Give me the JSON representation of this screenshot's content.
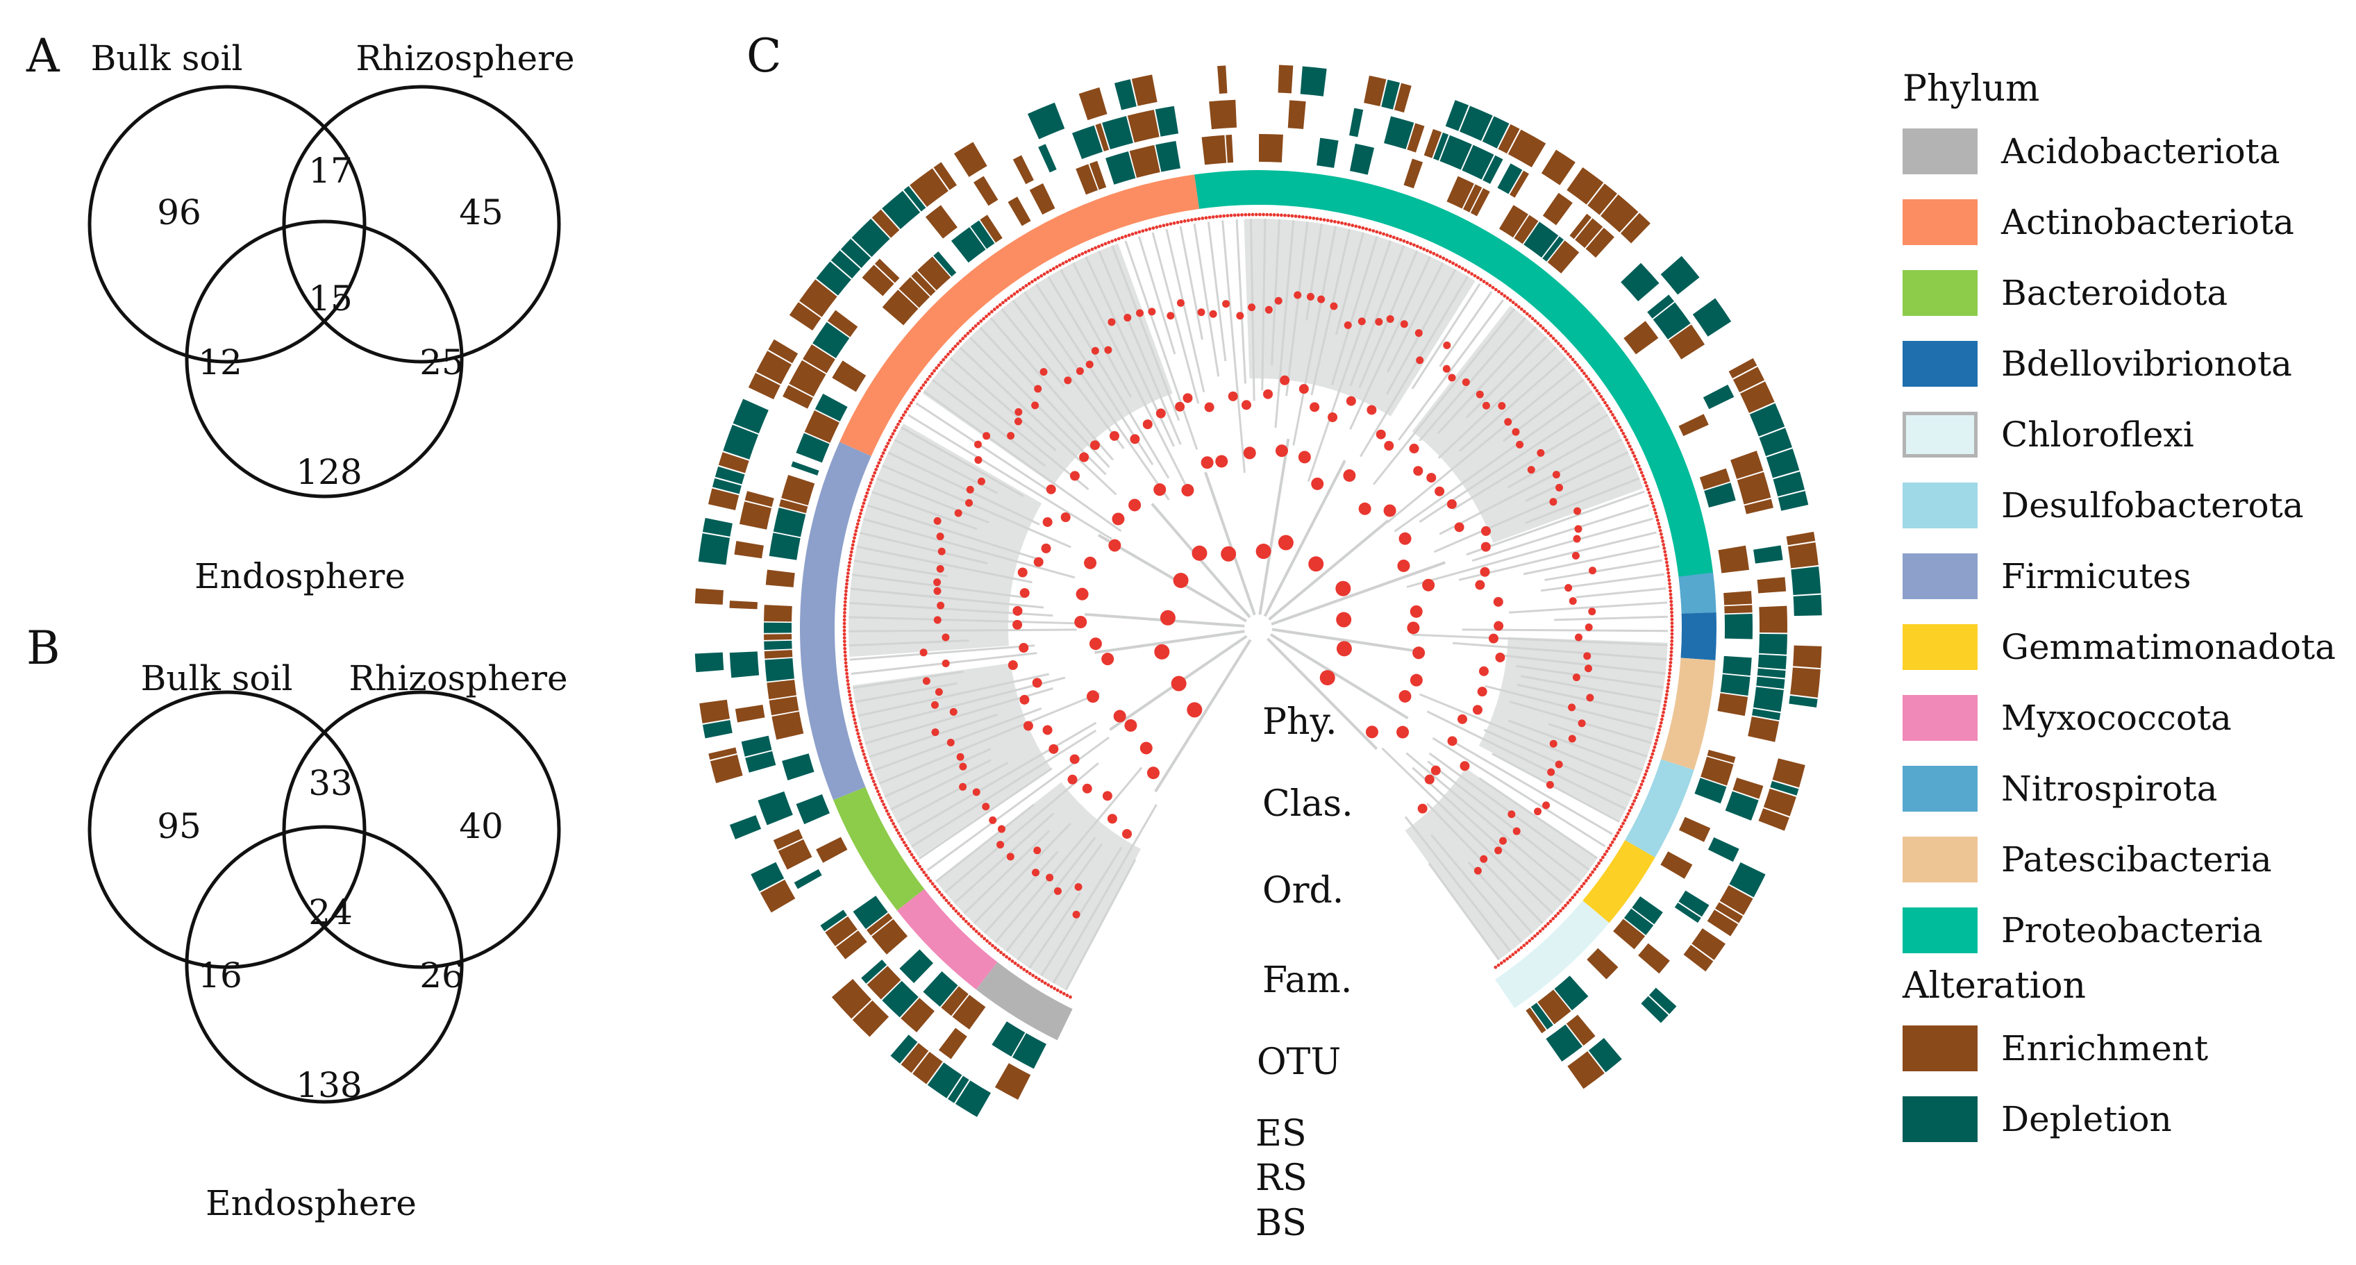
{
  "panels": {
    "A": {
      "letter": "A",
      "sets": [
        "Bulk soil",
        "Rhizosphere",
        "Endosphere"
      ],
      "regions": {
        "bulk_only": "96",
        "bulk_rhizo": "17",
        "rhizo_only": "45",
        "all_three": "15",
        "bulk_endo": "12",
        "rhizo_endo": "25",
        "endo_only": "128"
      }
    },
    "B": {
      "letter": "B",
      "sets": [
        "Bulk soil",
        "Rhizosphere",
        "Endosphere"
      ],
      "regions": {
        "bulk_only": "95",
        "bulk_rhizo": "33",
        "rhizo_only": "40",
        "all_three": "24",
        "bulk_endo": "16",
        "rhizo_endo": "26",
        "endo_only": "138"
      }
    },
    "C": {
      "letter": "C",
      "ring_labels": [
        "Phy.",
        "Clas.",
        "Ord.",
        "Fam.",
        "OTU",
        "ES",
        "RS",
        "BS"
      ]
    }
  },
  "tree": {
    "phylum_arcs": [
      {
        "phylum": "Acidobacteriota",
        "start_deg": 206,
        "end_deg": 218
      },
      {
        "phylum": "Myxococcota",
        "start_deg": 218,
        "end_deg": 232
      },
      {
        "phylum": "Bacteroidota",
        "start_deg": 232,
        "end_deg": 248
      },
      {
        "phylum": "Firmicutes",
        "start_deg": 248,
        "end_deg": 294
      },
      {
        "phylum": "Actinobacteriota",
        "start_deg": 294,
        "end_deg": 352
      },
      {
        "phylum": "Proteobacteria",
        "start_deg": 352,
        "end_deg": 446
      },
      {
        "phylum": "Nitrospirota",
        "start_deg": 443,
        "end_deg": 448
      },
      {
        "phylum": "Bdellovibrionota",
        "start_deg": 448,
        "end_deg": 454
      },
      {
        "phylum": "Patescibacteria",
        "start_deg": 454,
        "end_deg": 468
      },
      {
        "phylum": "Desulfobacterota",
        "start_deg": 468,
        "end_deg": 480
      },
      {
        "phylum": "Gemmatimonadota",
        "start_deg": 480,
        "end_deg": 490
      },
      {
        "phylum": "Chloroflexi",
        "start_deg": 490,
        "end_deg": 506
      }
    ]
  },
  "legend": {
    "phylum_title": "Phylum",
    "phyla": [
      {
        "name": "Acidobacteriota",
        "color": "#b3b3b3"
      },
      {
        "name": "Actinobacteriota",
        "color": "#fc8d62"
      },
      {
        "name": "Bacteroidota",
        "color": "#8ccc4a"
      },
      {
        "name": "Bdellovibrionota",
        "color": "#1f6fae"
      },
      {
        "name": "Chloroflexi",
        "color": "#dff3f5"
      },
      {
        "name": "Desulfobacterota",
        "color": "#9fd8e6"
      },
      {
        "name": "Firmicutes",
        "color": "#8da0cb"
      },
      {
        "name": "Gemmatimonadota",
        "color": "#fdd026"
      },
      {
        "name": "Myxococcota",
        "color": "#f088b8"
      },
      {
        "name": "Nitrospirota",
        "color": "#56a8cf"
      },
      {
        "name": "Patescibacteria",
        "color": "#edc595"
      },
      {
        "name": "Proteobacteria",
        "color": "#00bc9a"
      }
    ],
    "alteration_title": "Alteration",
    "alterations": [
      {
        "name": "Enrichment",
        "color": "#8b4a1a"
      },
      {
        "name": "Depletion",
        "color": "#015e57"
      }
    ]
  }
}
